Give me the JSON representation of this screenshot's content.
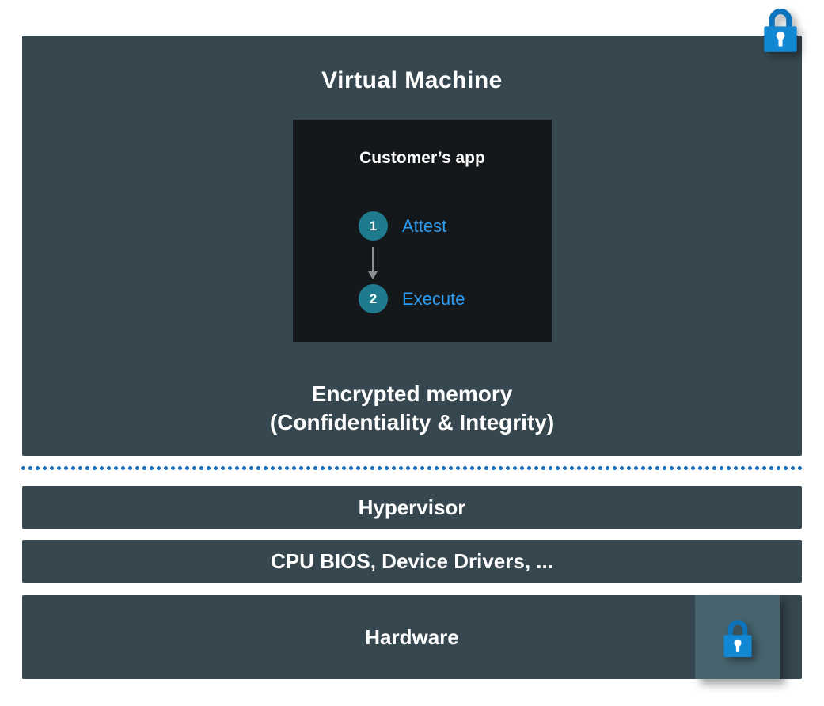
{
  "vm": {
    "title": "Virtual Machine",
    "app": {
      "title": "Customer’s app",
      "steps": [
        {
          "number": "1",
          "label": "Attest"
        },
        {
          "number": "2",
          "label": "Execute"
        }
      ]
    },
    "memory": {
      "line1": "Encrypted memory",
      "line2": "(Confidentiality & Integrity)"
    }
  },
  "layers": [
    {
      "id": "hypervisor",
      "label": "Hypervisor"
    },
    {
      "id": "cpu-bios",
      "label": "CPU BIOS, Device Drivers, ..."
    },
    {
      "id": "hardware",
      "label": "Hardware"
    }
  ],
  "icons": {
    "vm_lock": "lock-icon",
    "hardware_lock": "lock-icon",
    "step_arrow": "down-arrow-icon"
  },
  "colors": {
    "panel": "#36474f",
    "app_box": "#15181b",
    "step_circle": "#1f7a8e",
    "accent": "#2b9cf2",
    "lock_body": "#1287d3",
    "lock_shackle": "#0c74bd",
    "dotted": "#1d6fba",
    "hw_lock_bg": "#47646e",
    "arrow": "#8a8f93",
    "text": "#ffffff"
  }
}
